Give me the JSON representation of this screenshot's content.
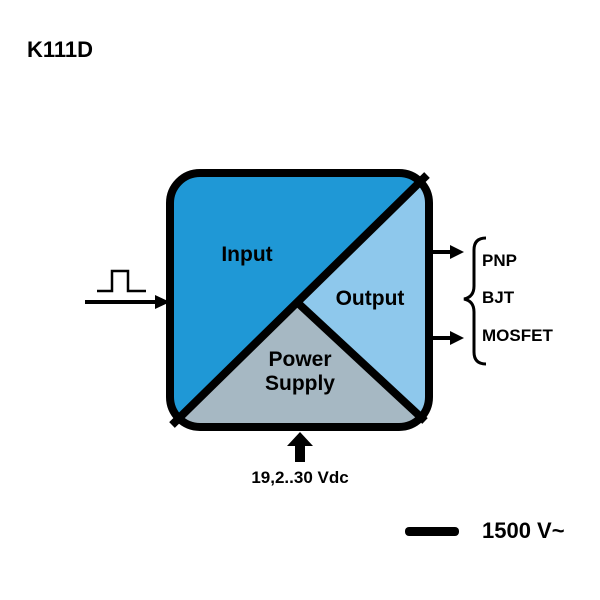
{
  "title": "K111D",
  "sections": {
    "input": "Input",
    "output": "Output",
    "power_line1": "Power",
    "power_line2": "Supply"
  },
  "outputs": [
    "PNP",
    "BJT",
    "MOSFET"
  ],
  "supply_voltage": "19,2..30 Vdc",
  "isolation": "1500 V~",
  "colors": {
    "input": "#1f98d6",
    "output": "#8ec8ec",
    "power": "#a6b8c3",
    "outline": "#000000"
  },
  "icons": {
    "input_signal": "pulse-icon",
    "supply_arrow": "up-arrow-icon",
    "isolation": "isolation-bar-icon"
  }
}
